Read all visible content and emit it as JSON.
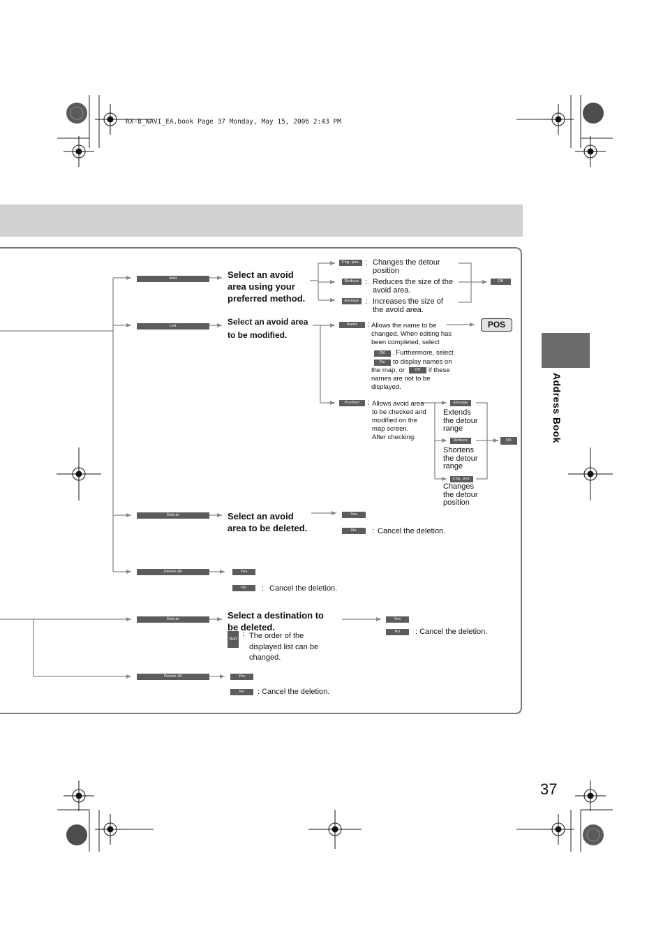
{
  "print_header": "RX-8_NAVI_EA.book  Page 37  Monday, May 15, 2006  2:43 PM",
  "side_tab": {
    "label": "Address Book"
  },
  "page_number": "37",
  "buttons": {
    "add": "Add",
    "list": "List",
    "delete": "Delete",
    "delete_all": "Delete All",
    "chg_pos": "Chg. pos.",
    "reduce": "Reduce",
    "enlarge": "Enlarge",
    "ok": "OK",
    "name": "Name",
    "position": "Position",
    "on": "On",
    "off": "Off",
    "yes": "Yes",
    "no": "No",
    "sort": "Sort",
    "pos": "POS"
  },
  "add_section": {
    "heading": "Select an avoid\narea using your\npreferred method.",
    "chg_pos_desc": "Changes the detour\nposition",
    "reduce_desc": "Reduces the size of the\navoid area.",
    "enlarge_desc": "Increases the size of\nthe avoid area."
  },
  "list_section": {
    "heading": "Select an avoid area\nto be modified.",
    "name_desc_1": "Allows the name to be\nchanged. When editing has\nbeen completed, select",
    "name_desc_2": ". Furthermore, select",
    "name_desc_3": "to display names on",
    "name_desc_4": "the map, or",
    "name_desc_5": "if these",
    "name_desc_6": "names are not to be\ndisplayed.",
    "position_desc": "Allows avoid area\nto be checked and\nmodified on the\nmap screen.\nAfter checking.",
    "enlarge_sub": "Extends\nthe detour\nrange",
    "reduce_sub": "Shortens\nthe detour\nrange",
    "chg_pos_sub": "Changes\nthe detour\nposition"
  },
  "delete_section": {
    "heading": "Select an avoid\narea to be deleted.",
    "cancel": "Cancel the deletion."
  },
  "delete_all_section": {
    "cancel": "Cancel the deletion."
  },
  "dest_delete_section": {
    "heading": "Select a destination to\nbe deleted.",
    "sort_desc": "The order of the\ndisplayed list can be\nchanged.",
    "cancel": ": Cancel the deletion."
  },
  "dest_delete_all_section": {
    "cancel": ": Cancel the deletion."
  },
  "colors": {
    "band": "#d1d1d1",
    "side_tab": "#6a6a6a",
    "button": "#5c5c5c",
    "panel_border": "#777777"
  }
}
